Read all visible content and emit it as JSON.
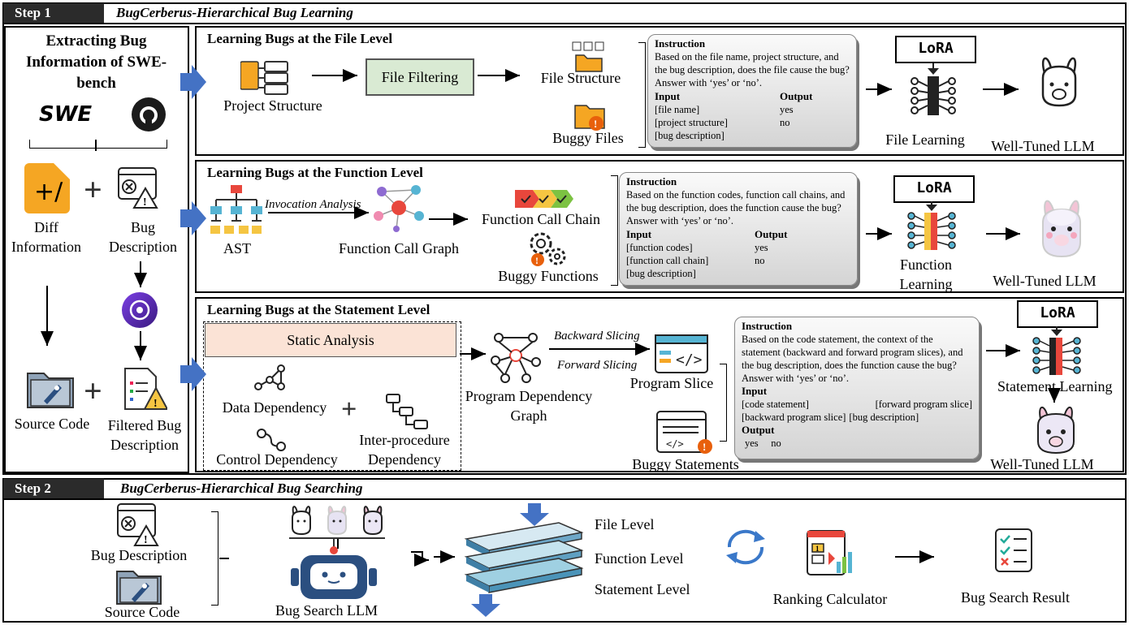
{
  "step1": {
    "tag": "Step 1",
    "title": "BugCerberus-Hierarchical Bug Learning"
  },
  "step2": {
    "tag": "Step 2",
    "title": "BugCerberus-Hierarchical Bug Searching"
  },
  "left": {
    "heading": "Extracting Bug Information of SWE-bench",
    "swe": "SWE",
    "diff": "Diff Information",
    "bugdesc": "Bug Description",
    "source": "Source Code",
    "filtered": "Filtered Bug Description"
  },
  "file": {
    "title": "Learning Bugs at the File Level",
    "project": "Project Structure",
    "filtering": "File Filtering",
    "structure": "File Structure",
    "buggy": "Buggy Files",
    "instr_title": "Instruction",
    "instr_text": "Based on the file name, project structure, and the bug description, does the file cause the bug? Answer with ‘yes’ or ‘no’.",
    "input": "Input",
    "output": "Output",
    "in1": "[file name]",
    "in2": "[project structure]",
    "in3": "[bug description]",
    "out1": "yes",
    "out2": "no",
    "lora": "LoRA",
    "learning": "File Learning",
    "tuned": "Well-Tuned LLM"
  },
  "func": {
    "title": "Learning Bugs at the Function Level",
    "ast": "AST",
    "invocation": "Invocation Analysis",
    "graph": "Function Call Graph",
    "chain": "Function Call Chain",
    "buggy": "Buggy Functions",
    "instr_title": "Instruction",
    "instr_text": "Based on the function codes, function call chains, and the bug description, does the function cause the bug? Answer with ‘yes’ or ‘no’.",
    "input": "Input",
    "output": "Output",
    "in1": "[function codes]",
    "in2": "[function call chain]",
    "in3": "[bug description]",
    "out1": "yes",
    "out2": "no",
    "lora": "LoRA",
    "learning": "Function Learning",
    "tuned": "Well-Tuned LLM"
  },
  "stmt": {
    "title": "Learning Bugs at the Statement Level",
    "static": "Static Analysis",
    "data_dep": "Data Dependency",
    "ctrl_dep": "Control Dependency",
    "inter_dep": "Inter-procedure Dependency",
    "pdg": "Program Dependency Graph",
    "backward": "Backward Slicing",
    "forward": "Forward Slicing",
    "slice": "Program Slice",
    "buggy": "Buggy Statements",
    "instr_title": "Instruction",
    "instr_text": "Based on the code statement, the context of the statement (backward and forward program slices), and the bug description, does the function cause the bug? Answer with ‘yes’ or ‘no’.",
    "input": "Input",
    "in1": "[code statement]",
    "in2": "[forward program slice]",
    "in3": "[backward program slice]",
    "in4": "[bug description]",
    "output": "Output",
    "out": "yes     no",
    "lora": "LoRA",
    "learning": "Statement Learning",
    "tuned": "Well-Tuned LLM"
  },
  "search": {
    "bugdesc": "Bug Description",
    "source": "Source Code",
    "llm": "Bug Search LLM",
    "file_level": "File Level",
    "func_level": "Function Level",
    "stmt_level": "Statement Level",
    "ranking": "Ranking Calculator",
    "result": "Bug Search Result"
  },
  "colors": {
    "accent_blue": "#4472c4",
    "header_dark": "#2b2b2b",
    "filter_green": "#d9ead3",
    "static_pink": "#fbe3d6",
    "folder_orange": "#f5a623"
  }
}
